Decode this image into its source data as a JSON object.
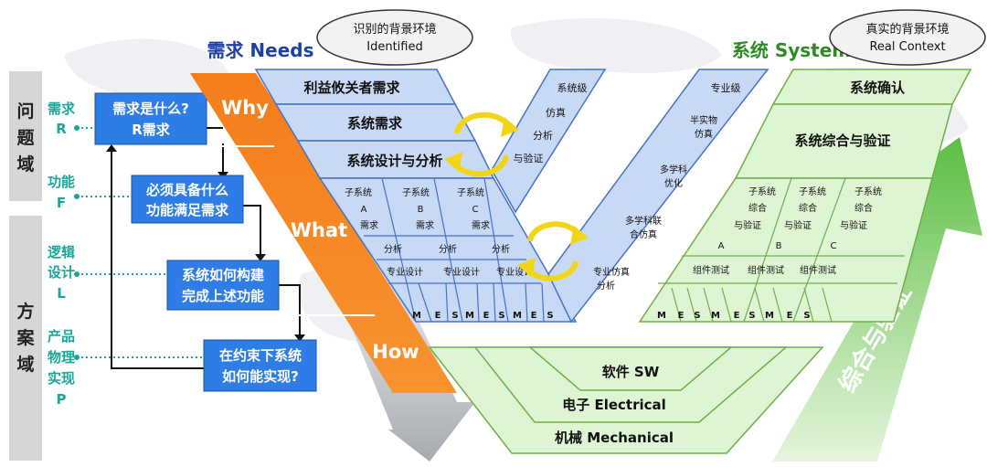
{
  "left_domains": {
    "problem": [
      "问",
      "题",
      "域"
    ],
    "solution": [
      "方",
      "案",
      "域"
    ]
  },
  "rflp": [
    {
      "lines": [
        "需求",
        "R"
      ]
    },
    {
      "lines": [
        "功能",
        "F"
      ]
    },
    {
      "lines": [
        "逻辑",
        "设计",
        "L"
      ]
    },
    {
      "lines": [
        "产品",
        "物理",
        "实现",
        "P"
      ]
    }
  ],
  "questions": [
    {
      "lines": [
        "需求是什么?",
        "R需求"
      ]
    },
    {
      "lines": [
        "必须具备什么",
        "功能满足需求"
      ]
    },
    {
      "lines": [
        "系统如何构建",
        "完成上述功能"
      ]
    },
    {
      "lines": [
        "在约束下系统",
        "如何能实现?"
      ]
    }
  ],
  "stages": {
    "why": "Why",
    "what": "What",
    "how": "How"
  },
  "headers": {
    "needs": "需求 Needs",
    "system": "系统 System",
    "identified": [
      "识别的背景环境",
      "Identified"
    ],
    "real": [
      "真实的背景环境",
      "Real Context"
    ]
  },
  "left_v": {
    "stakeholder": "利益攸关者需求",
    "sys_req": "系统需求",
    "sys_design": "系统设计与分析",
    "subsystems": [
      {
        "lines": [
          "子系统",
          "A",
          "需求"
        ]
      },
      {
        "lines": [
          "子系统",
          "B",
          "需求"
        ]
      },
      {
        "lines": [
          "子系统",
          "C",
          "需求"
        ]
      }
    ],
    "analysis": "分析",
    "spec_design": "专业设计",
    "mes": [
      "M",
      "E",
      "S"
    ]
  },
  "middle": {
    "sys_sim": [
      "系统级",
      "仿真",
      "分析",
      "与验证"
    ],
    "pro_level": [
      "专业级",
      "半实物",
      "仿真",
      "多学科",
      "优化",
      "多学科联",
      "合仿真",
      "专业仿真",
      "分析"
    ]
  },
  "right_v": {
    "sys_confirm": "系统确认",
    "sys_integration": "系统综合与验证",
    "sub_integration": [
      {
        "lines": [
          "子系统",
          "综合",
          "与验证",
          "A"
        ]
      },
      {
        "lines": [
          "子系统",
          "综合",
          "与验证",
          "B"
        ]
      },
      {
        "lines": [
          "子系统",
          "综合",
          "与验证",
          "C"
        ]
      }
    ],
    "component_test": "组件测试"
  },
  "bottom": {
    "sw": "软件 SW",
    "elec": "电子 Electrical",
    "mech": "机械 Mechanical"
  },
  "integration_arrow": "综合与验证",
  "colors": {
    "blue_fill": "#c8d9f5",
    "blue_line": "#4472c4",
    "green_fill": "#def5d4",
    "green_line": "#70ad47",
    "orange": "#f4831f",
    "box_blue": "#2e7ce6",
    "teal": "#1aa79a",
    "needs_text": "#1f3fa8",
    "system_text": "#2e8b24"
  }
}
